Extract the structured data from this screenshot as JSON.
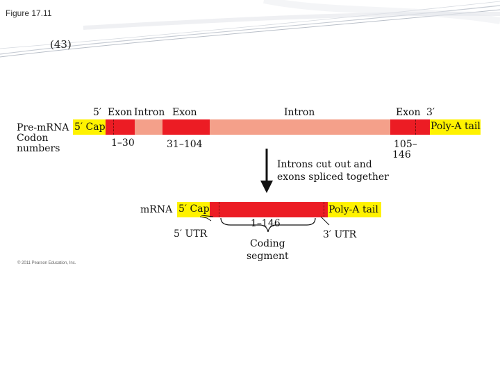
{
  "header": {
    "figure_label": "Figure 17.11",
    "slide_number": "(43)"
  },
  "diagram": {
    "top_labels": {
      "five_prime": "5′",
      "exon1": "Exon",
      "intron1": "Intron",
      "exon2": "Exon",
      "intron2": "Intron",
      "exon3": "Exon",
      "three_prime": "3′"
    },
    "left_labels": {
      "pre_mrna": "Pre-mRNA",
      "codon": "Codon",
      "numbers": "numbers"
    },
    "pre_mrna_bar": {
      "cap_label": "5′ Cap",
      "tail_label": "Poly-A tail"
    },
    "codon_numbers": {
      "first": "1–30",
      "second": "31–104",
      "third_line1": "105–",
      "third_line2": "146"
    },
    "process_text": {
      "line1": "Introns cut out and",
      "line2": "exons spliced together"
    },
    "mrna": {
      "label": "mRNA",
      "cap_label": "5′ Cap",
      "tail_label": "Poly-A tail",
      "codon_range": "1–146"
    },
    "bottom_labels": {
      "five_utr": "5′  UTR",
      "coding_line1": "Coding",
      "coding_line2": "segment",
      "three_utr": "3′  UTR"
    },
    "copyright": "© 2011 Pearson Education, Inc."
  },
  "colors": {
    "cap_yellow": "#fff200",
    "exon_red": "#ec1c24",
    "intron_salmon": "#f4a08a"
  }
}
